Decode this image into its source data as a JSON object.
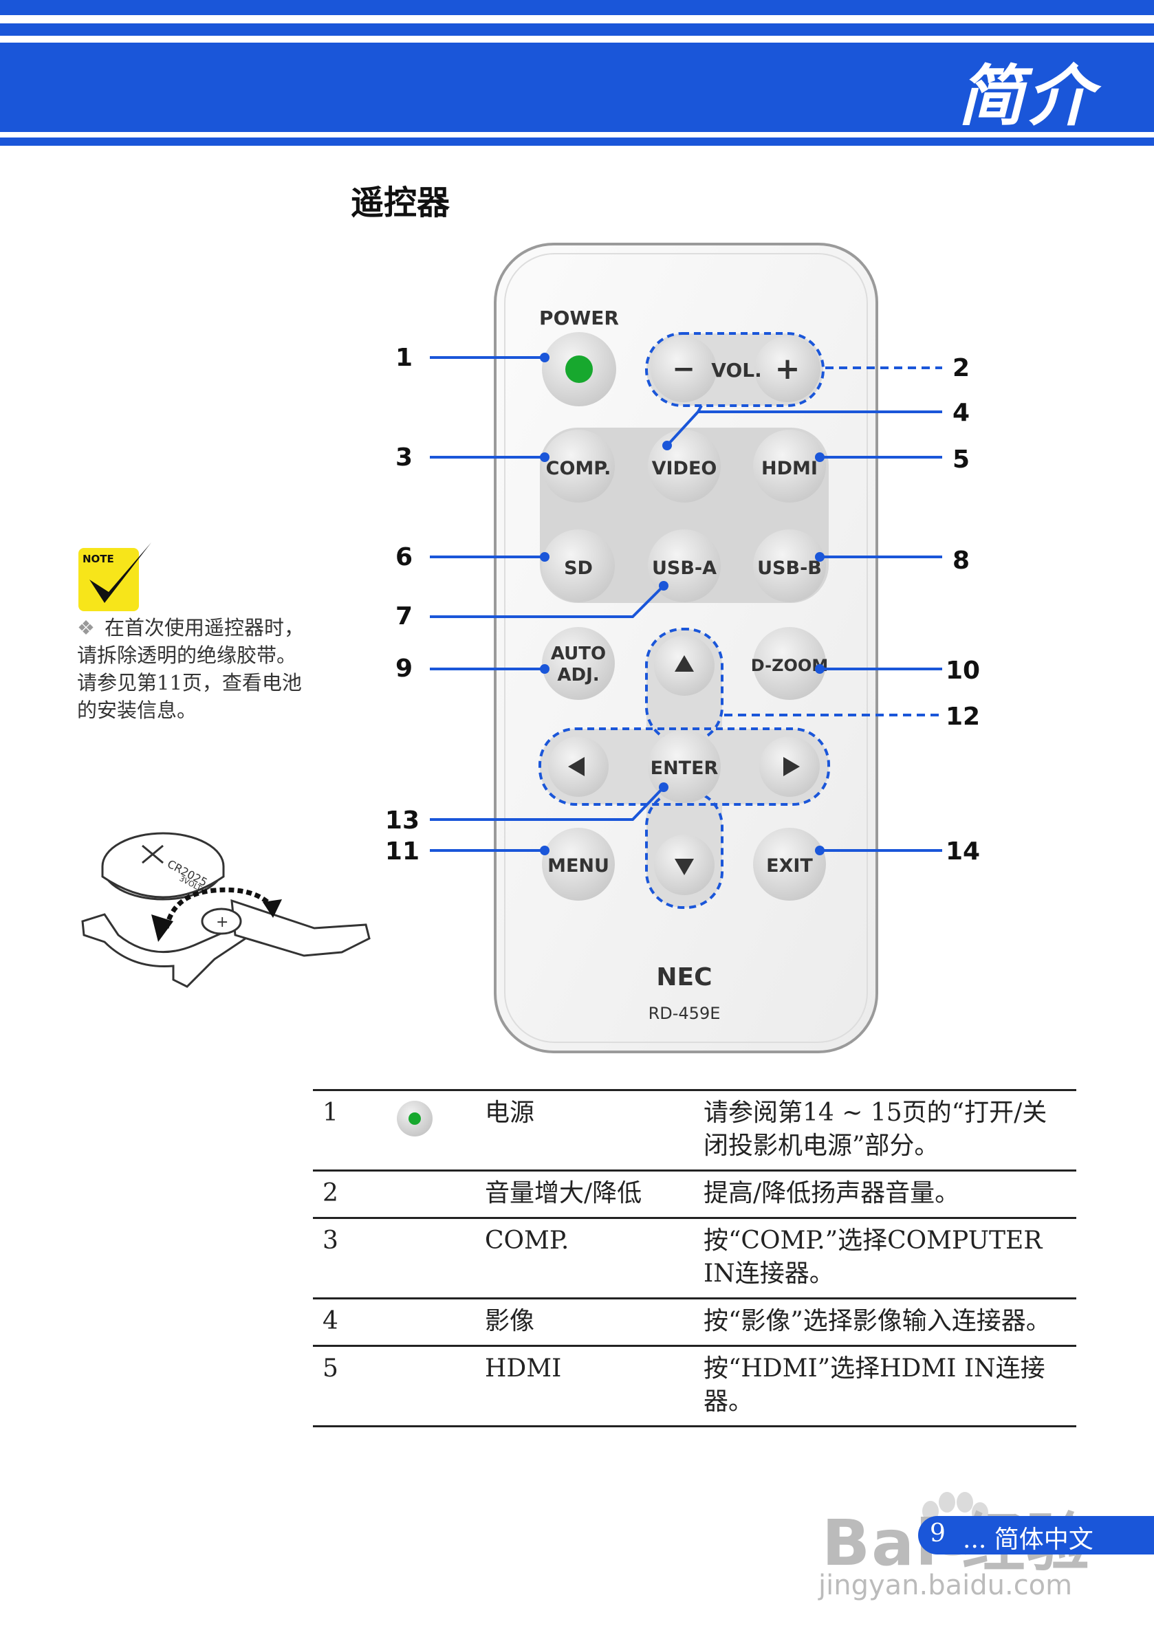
{
  "header": {
    "title": "简介",
    "band_color": "#1a56d9"
  },
  "section": {
    "title": "遥控器"
  },
  "remote": {
    "power_label": "POWER",
    "vol_minus": "−",
    "vol_label": "VOL.",
    "vol_plus": "+",
    "buttons": {
      "comp": "COMP.",
      "video": "VIDEO",
      "hdmi": "HDMI",
      "sd": "SD",
      "usb_a": "USB-A",
      "usb_b": "USB-B",
      "auto_adj_line1": "AUTO",
      "auto_adj_line2": "ADJ.",
      "d_zoom": "D-ZOOM",
      "enter": "ENTER",
      "menu": "MENU",
      "exit": "EXIT"
    },
    "brand": "NEC",
    "model": "RD-459E",
    "callouts": {
      "c1": "1",
      "c2": "2",
      "c3": "3",
      "c4": "4",
      "c5": "5",
      "c6": "6",
      "c7": "7",
      "c8": "8",
      "c9": "9",
      "c10": "10",
      "c11": "11",
      "c12": "12",
      "c13": "13",
      "c14": "14"
    },
    "accent_color": "#1a56d9",
    "power_led_color": "#17a82e"
  },
  "note": {
    "badge": "NOTE",
    "text": "在首次使用遥控器时，请拆除透明的绝缘胶带。请参见第11页，查看电池的安装信息。"
  },
  "battery": {
    "label": "CR2025",
    "sub": "3VOLTS",
    "plus": "+"
  },
  "table": {
    "rows": [
      {
        "num": "1",
        "name": "电源",
        "desc": "请参阅第14 ~ 15页的“打开/关闭投影机电源”部分。"
      },
      {
        "num": "2",
        "name": "音量增大/降低",
        "desc": "提高/降低扬声器音量。"
      },
      {
        "num": "3",
        "name": "COMP.",
        "desc": "按“COMP.”选择COMPUTER IN连接器。"
      },
      {
        "num": "4",
        "name": "影像",
        "desc": "按“影像”选择影像输入连接器。"
      },
      {
        "num": "5",
        "name": "HDMI",
        "desc": "按“HDMI”选择HDMI IN连接器。"
      }
    ]
  },
  "footer": {
    "page": "9",
    "lang": "... 简体中文"
  },
  "watermark": {
    "text": "Bai 经验",
    "url": "jingyan.baidu.com"
  }
}
